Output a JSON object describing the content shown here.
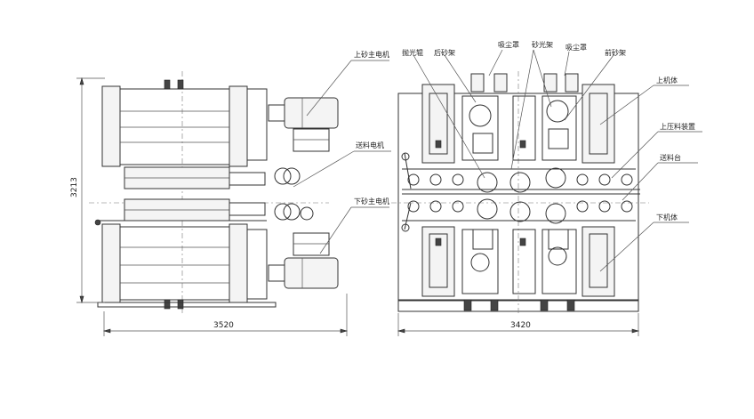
{
  "left_view": {
    "labels": {
      "upper_motor": "上砂主电机",
      "conveyor_motor": "送料电机",
      "lower_motor": "下砂主电机"
    },
    "dim_width": "3520",
    "dim_height": "3213"
  },
  "right_view": {
    "labels": {
      "polish_roller": "抛光辊",
      "rear_sand_frame": "后砂架",
      "dust_hood_left": "吸尘罩",
      "sand_belt_frame": "砂光架",
      "dust_hood_right": "吸尘罩",
      "front_sand_frame": "前砂架",
      "upper_body": "上机体",
      "upper_pressure": "上压料装置",
      "feed_table": "送料台",
      "lower_body": "下机体"
    },
    "dim_width": "3420"
  }
}
